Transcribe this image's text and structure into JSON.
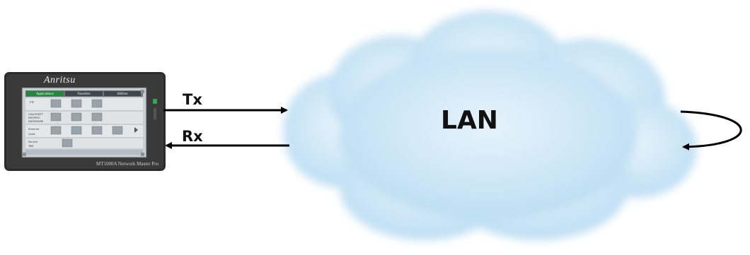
{
  "diagram": {
    "cloud_label": "LAN",
    "tx_label": "Tx",
    "rx_label": "Rx",
    "colors": {
      "cloud": "#c8e4f6",
      "arrow": "#000000",
      "device_body": "#2b2b2b",
      "screen": "#c9ced4",
      "active_tab": "#1e8a3a",
      "led": "#2fa84f"
    }
  },
  "device": {
    "brand": "Anritsu",
    "model": "MT1000A Network Master Pro",
    "tabs": [
      "Applications",
      "Favorites",
      "Utilities"
    ],
    "side_labels": [
      "PTP",
      "OSA/OOBTT",
      "PNT/PRTC",
      "DATAFRAME",
      "Ethernet",
      "Quiet",
      "Service",
      "TBD"
    ]
  }
}
